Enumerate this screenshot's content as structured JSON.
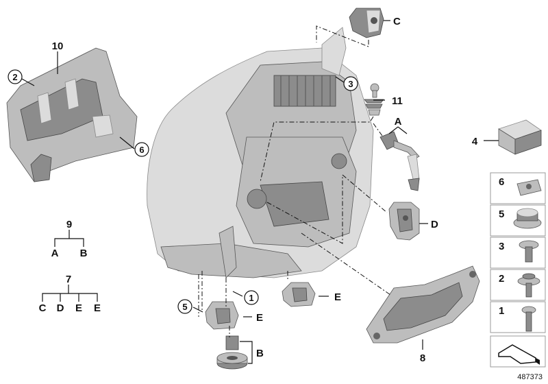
{
  "callouts": {
    "c1": "1",
    "c2": "2",
    "c3": "3",
    "c4": "4",
    "c5": "5",
    "c6": "6",
    "c7": "7",
    "c8": "8",
    "c9": "9",
    "c10": "10",
    "c11": "11",
    "A": "A",
    "B": "B",
    "C": "C",
    "D": "D",
    "E": "E"
  },
  "legend9": {
    "top": "9",
    "children": [
      "A",
      "B"
    ]
  },
  "legend7": {
    "top": "7",
    "children": [
      "C",
      "D",
      "E",
      "E"
    ]
  },
  "hardware_panel": {
    "items": [
      "6",
      "5",
      "3",
      "2",
      "1"
    ]
  },
  "reference_number": "487373"
}
